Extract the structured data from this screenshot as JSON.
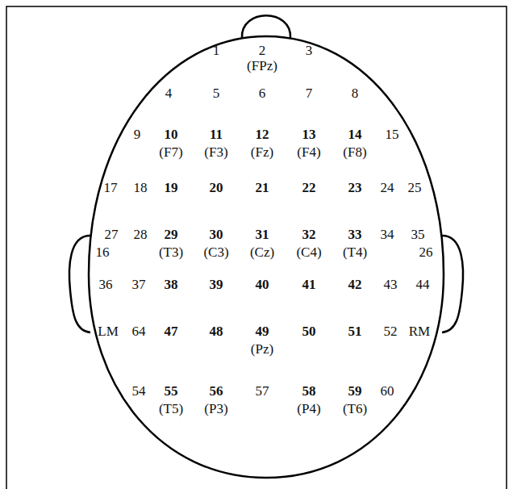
{
  "diagram": {
    "labels": [
      "1",
      "2",
      "3",
      "(FPz)",
      "4",
      "5",
      "6",
      "7",
      "8",
      "9",
      "10",
      "11",
      "12",
      "13",
      "14",
      "15",
      "(F7)",
      "(F3)",
      "(Fz)",
      "(F4)",
      "(F8)",
      "17",
      "18",
      "19",
      "20",
      "21",
      "22",
      "23",
      "24",
      "25",
      "27",
      "28",
      "29",
      "30",
      "31",
      "32",
      "33",
      "34",
      "35",
      "16",
      "(T3)",
      "(C3)",
      "(Cz)",
      "(C4)",
      "(T4)",
      "26",
      "36",
      "37",
      "38",
      "39",
      "40",
      "41",
      "42",
      "43",
      "44",
      "LM",
      "64",
      "47",
      "48",
      "49",
      "50",
      "51",
      "52",
      "RM",
      "(Pz)",
      "54",
      "55",
      "56",
      "57",
      "58",
      "59",
      "60",
      "(T5)",
      "(P3)",
      "(P4)",
      "(T6)"
    ]
  }
}
